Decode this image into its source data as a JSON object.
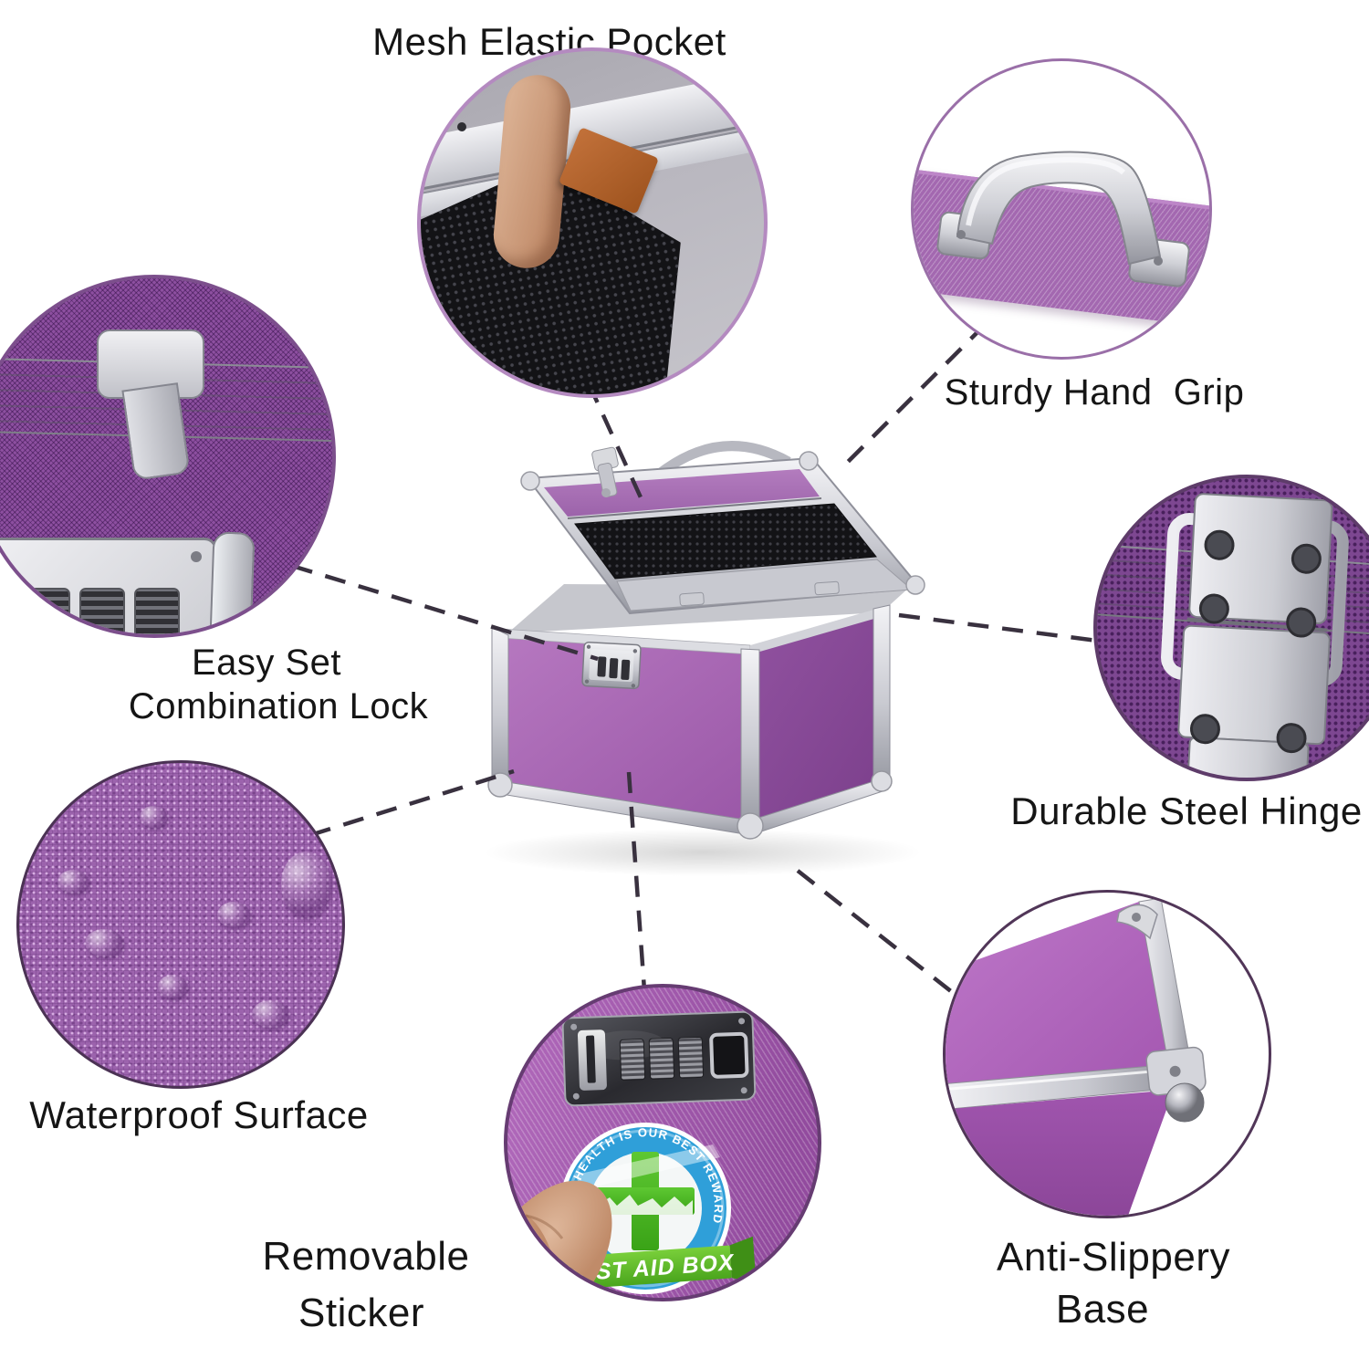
{
  "image": {
    "type": "product-feature-callout-diagram",
    "background": "#ffffff"
  },
  "callouts": {
    "mesh_pocket": {
      "label": "Mesh Elastic Pocket"
    },
    "hand_grip": {
      "label": "Sturdy Hand  Grip"
    },
    "combination_lock": {
      "label_line1": "Easy Set",
      "label_line2": "Combination Lock"
    },
    "steel_hinge": {
      "label": "Durable Steel Hinge"
    },
    "waterproof": {
      "label": "Waterproof Surface"
    },
    "removable_sticker": {
      "label_line1": "Removable",
      "label_line2": "Sticker"
    },
    "anti_slip": {
      "label_line1": "Anti-Slippery",
      "label_line2": "Base"
    }
  },
  "sticker": {
    "arc_text": "YOUR HEALTH IS OUR BEST REWARD",
    "ribbon_text": "FIRST AID BOX"
  },
  "colors": {
    "case_purple": "#a765b2",
    "case_purple_dark": "#7d4090",
    "trim_silver": "#cfd0d6",
    "dashed_line": "#39313f",
    "circle_border_light": "#b48ac0",
    "circle_border_dark": "#5e3c6a",
    "sticker_blue": "#2f9fd9",
    "sticker_green": "#4fb82a",
    "label_text": "#151515"
  }
}
